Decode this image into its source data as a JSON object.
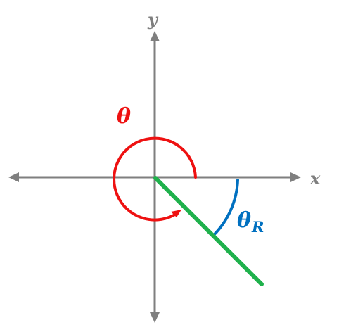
{
  "labels": {
    "x_axis": "x",
    "y_axis": "y",
    "theta": "θ",
    "theta_r_main": "θ",
    "theta_r_sub": "R"
  },
  "colors": {
    "axes": "#7f7f7f",
    "theta_arc": "#ee1111",
    "reference_arc": "#0070c0",
    "terminal_side": "#1fb14c"
  }
}
